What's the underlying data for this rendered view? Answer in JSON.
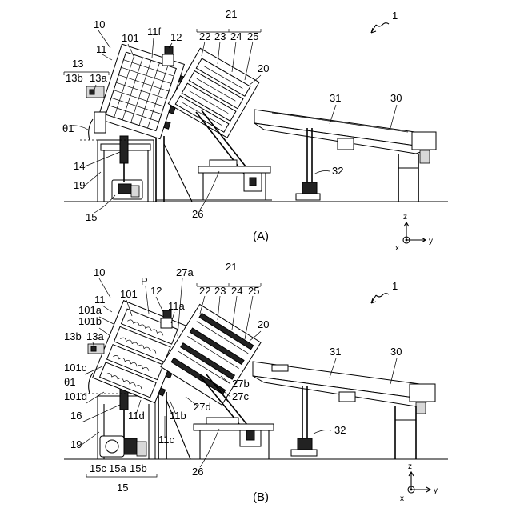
{
  "figure_number": "1",
  "panel_a": {
    "caption": "(A)",
    "labels": {
      "l10": "10",
      "l101": "101",
      "l11": "11",
      "l11f": "11f",
      "l12": "12",
      "l13": "13",
      "l13a": "13a",
      "l13b": "13b",
      "theta1": "θ1",
      "l14": "14",
      "l15": "15",
      "l19": "19",
      "l20": "20",
      "l21": "21",
      "l22": "22",
      "l23": "23",
      "l24": "24",
      "l25": "25",
      "l26": "26",
      "l30": "30",
      "l31": "31",
      "l32": "32"
    },
    "axes": {
      "z": "z",
      "x": "x",
      "y": "y"
    }
  },
  "panel_b": {
    "caption": "(B)",
    "labels": {
      "l10": "10",
      "l101": "101",
      "l101a": "101a",
      "l101b": "101b",
      "l101c": "101c",
      "l101d": "101d",
      "l11": "11",
      "l11a": "11a",
      "l11b": "11b",
      "l11c": "11c",
      "l11d": "11d",
      "l12": "12",
      "P": "P",
      "l13a": "13a",
      "l13b": "13b",
      "theta1": "θ1",
      "l15": "15",
      "l15a": "15a",
      "l15b": "15b",
      "l15c": "15c",
      "l16": "16",
      "l19": "19",
      "l20": "20",
      "l21": "21",
      "l22": "22",
      "l23": "23",
      "l24": "24",
      "l25": "25",
      "l26": "26",
      "l27a": "27a",
      "l27b": "27b",
      "l27c": "27c",
      "l27d": "27d",
      "l30": "30",
      "l31": "31",
      "l32": "32"
    },
    "axes": {
      "z": "z",
      "x": "x",
      "y": "y"
    }
  }
}
